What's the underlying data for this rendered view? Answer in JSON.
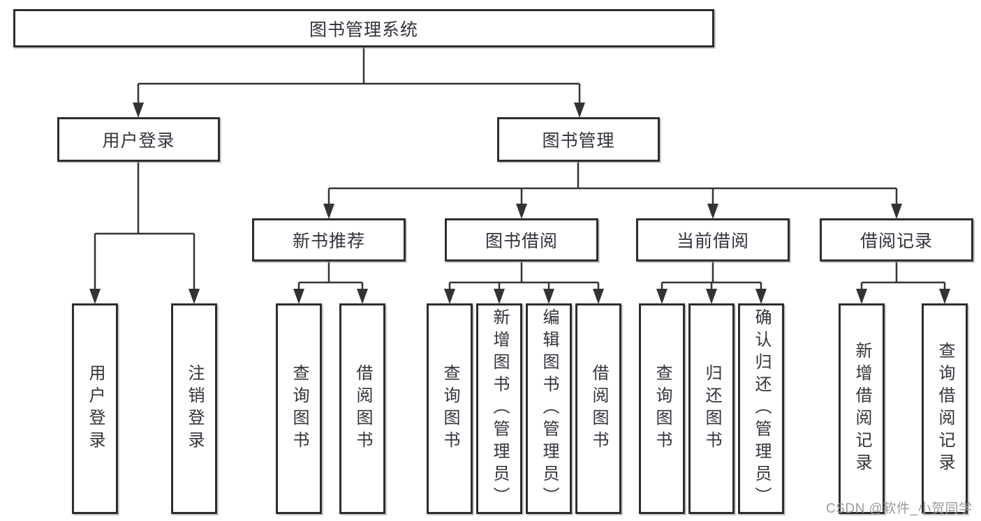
{
  "diagram_type": "hierarchy-tree",
  "tree": {
    "label": "图书管理系统",
    "children": [
      {
        "label": "用户登录",
        "children": [
          {
            "label": "用户登录"
          },
          {
            "label": "注销登录"
          }
        ]
      },
      {
        "label": "图书管理",
        "children": [
          {
            "label": "新书推荐",
            "children": [
              {
                "label": "查询图书"
              },
              {
                "label": "借阅图书"
              }
            ]
          },
          {
            "label": "图书借阅",
            "children": [
              {
                "label": "查询图书"
              },
              {
                "label": "新增图书（管理员）"
              },
              {
                "label": "编辑图书（管理员）"
              },
              {
                "label": "借阅图书"
              }
            ]
          },
          {
            "label": "当前借阅",
            "children": [
              {
                "label": "查询图书"
              },
              {
                "label": "归还图书"
              },
              {
                "label": "确认归还（管理员）"
              }
            ]
          },
          {
            "label": "借阅记录",
            "children": [
              {
                "label": "新增借阅记录"
              },
              {
                "label": "查询借阅记录"
              }
            ]
          }
        ]
      }
    ]
  },
  "watermark": {
    "text": "CSDN @软件_小贺同学"
  },
  "colors": {
    "line": "#333333",
    "box_border": "#2d2d2d",
    "box_background": "#ffffff",
    "text": "#33333c",
    "watermark": "#9b9b9b",
    "page_background": "#ffffff"
  }
}
